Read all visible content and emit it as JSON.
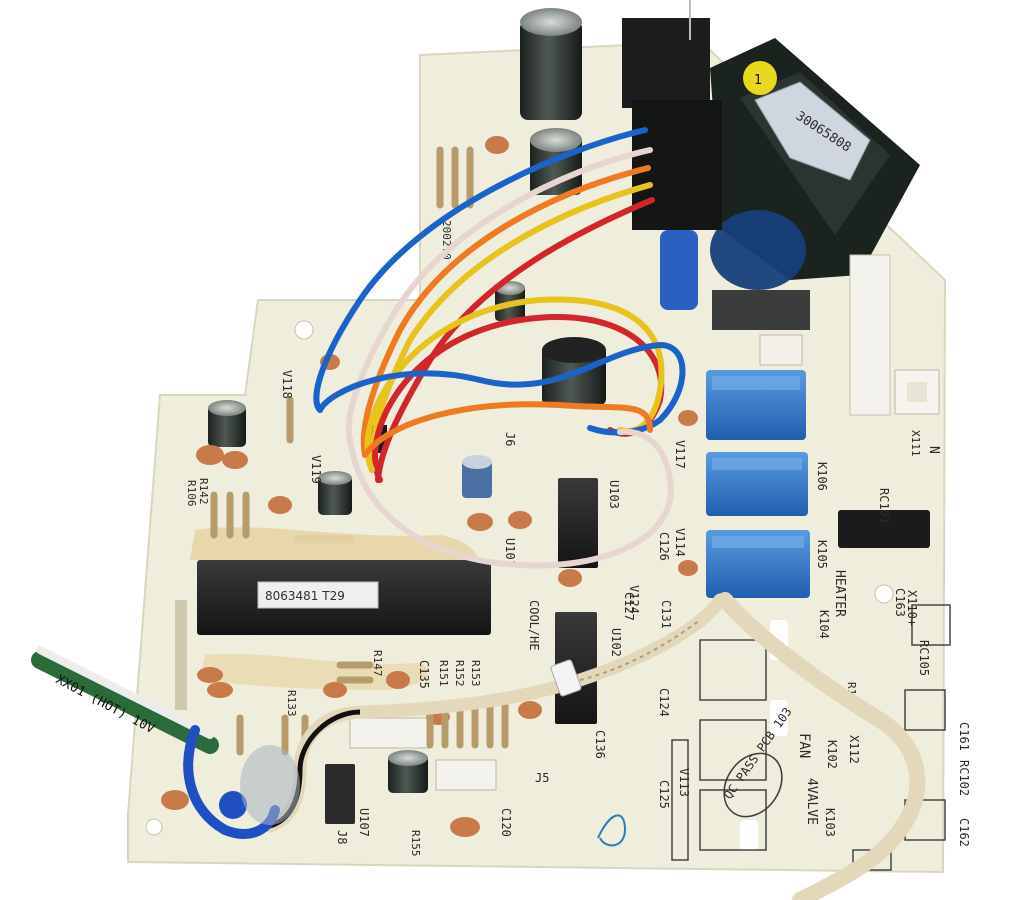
{
  "silkscreen": {
    "heater": "HEATER",
    "fan": "FAN",
    "valve": "4VALVE",
    "cool": "COOL/HE",
    "u101": "U101",
    "u102": "U102",
    "u103": "U103",
    "u107": "U107",
    "j5": "J5",
    "j6": "J6",
    "j8": "J8",
    "x111": "X111",
    "x110": "X110+",
    "x112": "X112",
    "k102": "K102",
    "k103": "K103",
    "k104": "K104",
    "k105": "K105",
    "k106": "K106",
    "rc101": "RC101",
    "rc102": "RC102",
    "rc105": "RC105",
    "c120": "C120",
    "c124": "C124",
    "c125": "C125",
    "c126": "C126",
    "c127": "C127",
    "c131": "C131",
    "c135": "C135",
    "c136": "C136",
    "c161": "C161",
    "c162": "C162",
    "c163": "C163",
    "v113": "V113",
    "v114": "V114",
    "v117": "V117",
    "v118": "V118",
    "v119": "V119",
    "v124": "V124",
    "r133": "R133",
    "r142": "R142",
    "r143": "R143",
    "r147": "R147",
    "r151": "R151",
    "r152": "R152",
    "r153": "R153",
    "r155": "R155",
    "r106": "R106",
    "n": "N",
    "date": "2002.0"
  },
  "labels": {
    "transformer_text": "30065808",
    "mcu_label": "8063481 T29",
    "wire_tag": "XX01 (HOT) 10V",
    "qc_stamp": "QC PASS PCB 103",
    "cap_tag": "1"
  },
  "colors": {
    "background": "#ffffff",
    "pcb": "#efeddc",
    "relay": "#2f79c8",
    "capacitor": "#c87a4a",
    "electrolytic": "#2a2f2c",
    "transformer": "#1c2420",
    "wire_blue": "#1b63c8",
    "wire_red": "#d3262a",
    "wire_orange": "#ee7a23",
    "wire_yellow": "#e8c21d",
    "wire_white": "#e7d6cf",
    "harness": "#e4d8bb"
  }
}
